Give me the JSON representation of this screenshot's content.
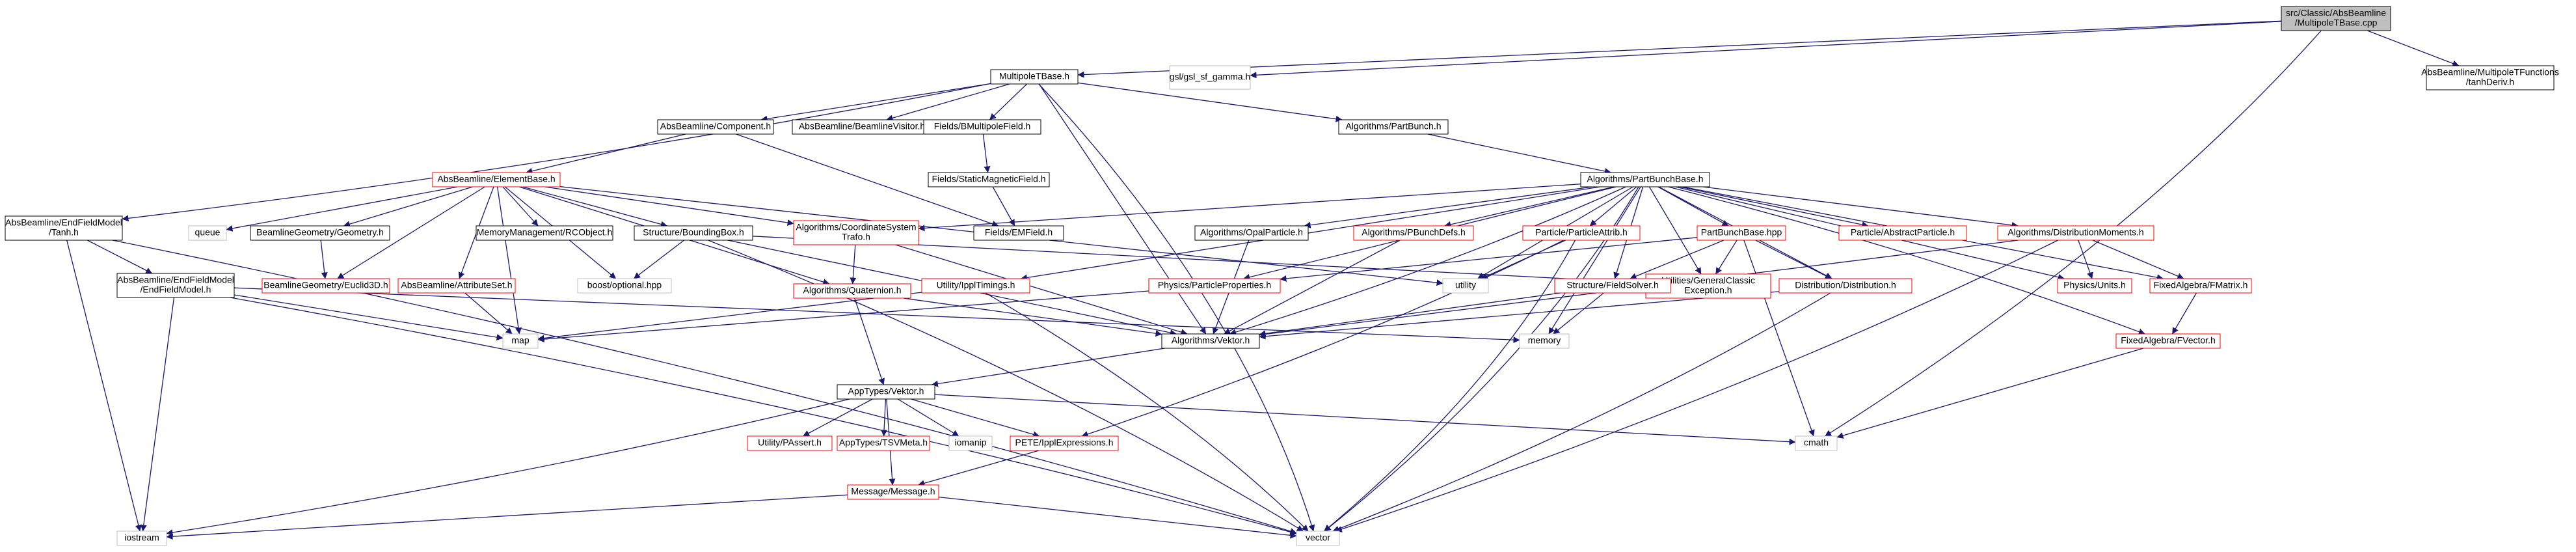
{
  "nodes": [
    {
      "id": "root",
      "lines": [
        "src/Classic/AbsBeamline",
        "/MultipoleTBase.cpp"
      ],
      "style": "root"
    },
    {
      "id": "multipoleTBase",
      "lines": [
        "MultipoleTBase.h"
      ],
      "style": "black"
    },
    {
      "id": "gsl",
      "lines": [
        "gsl/gsl_sf_gamma.h"
      ],
      "style": "grey"
    },
    {
      "id": "tanhDeriv",
      "lines": [
        "AbsBeamline/MultipoleTFunctions",
        "/tanhDeriv.h"
      ],
      "style": "black"
    },
    {
      "id": "component",
      "lines": [
        "AbsBeamline/Component.h"
      ],
      "style": "black"
    },
    {
      "id": "beamlineVisitor",
      "lines": [
        "AbsBeamline/BeamlineVisitor.h"
      ],
      "style": "black"
    },
    {
      "id": "bMultipoleField",
      "lines": [
        "Fields/BMultipoleField.h"
      ],
      "style": "black"
    },
    {
      "id": "partBunch",
      "lines": [
        "Algorithms/PartBunch.h"
      ],
      "style": "black"
    },
    {
      "id": "elementBase",
      "lines": [
        "AbsBeamline/ElementBase.h"
      ],
      "style": "red"
    },
    {
      "id": "staticMagneticField",
      "lines": [
        "Fields/StaticMagneticField.h"
      ],
      "style": "black"
    },
    {
      "id": "partBunchBase",
      "lines": [
        "Algorithms/PartBunchBase.h"
      ],
      "style": "black"
    },
    {
      "id": "endFieldTanh",
      "lines": [
        "AbsBeamline/EndFieldModel",
        "/Tanh.h"
      ],
      "style": "black"
    },
    {
      "id": "queue",
      "lines": [
        "queue"
      ],
      "style": "grey"
    },
    {
      "id": "beamlineGeometry",
      "lines": [
        "BeamlineGeometry/Geometry.h"
      ],
      "style": "black"
    },
    {
      "id": "memoryManagement",
      "lines": [
        "MemoryManagement/RCObject.h"
      ],
      "style": "black"
    },
    {
      "id": "boundingBox",
      "lines": [
        "Structure/BoundingBox.h"
      ],
      "style": "black"
    },
    {
      "id": "coordinateSystemTrafo",
      "lines": [
        "Algorithms/CoordinateSystem",
        "Trafo.h"
      ],
      "style": "red"
    },
    {
      "id": "emField",
      "lines": [
        "Fields/EMField.h"
      ],
      "style": "black"
    },
    {
      "id": "opalParticle",
      "lines": [
        "Algorithms/OpalParticle.h"
      ],
      "style": "black"
    },
    {
      "id": "pBunchDefs",
      "lines": [
        "Algorithms/PBunchDefs.h"
      ],
      "style": "red"
    },
    {
      "id": "particleAttrib",
      "lines": [
        "Particle/ParticleAttrib.h"
      ],
      "style": "red"
    },
    {
      "id": "partBunchBaseHpp",
      "lines": [
        "PartBunchBase.hpp"
      ],
      "style": "red"
    },
    {
      "id": "abstractParticle",
      "lines": [
        "Particle/AbstractParticle.h"
      ],
      "style": "red"
    },
    {
      "id": "distributionMoments",
      "lines": [
        "Algorithms/DistributionMoments.h"
      ],
      "style": "red"
    },
    {
      "id": "endFieldModel",
      "lines": [
        "AbsBeamline/EndFieldModel",
        "/EndFieldModel.h"
      ],
      "style": "black"
    },
    {
      "id": "euclid3D",
      "lines": [
        "BeamlineGeometry/Euclid3D.h"
      ],
      "style": "red"
    },
    {
      "id": "attributeSet",
      "lines": [
        "AbsBeamline/AttributeSet.h"
      ],
      "style": "red"
    },
    {
      "id": "boostOptional",
      "lines": [
        "boost/optional.hpp"
      ],
      "style": "grey"
    },
    {
      "id": "quaternion",
      "lines": [
        "Algorithms/Quaternion.h"
      ],
      "style": "red"
    },
    {
      "id": "ipplTimings",
      "lines": [
        "Utility/IpplTimings.h"
      ],
      "style": "red"
    },
    {
      "id": "particleProperties",
      "lines": [
        "Physics/ParticleProperties.h"
      ],
      "style": "red"
    },
    {
      "id": "utility",
      "lines": [
        "utility"
      ],
      "style": "grey"
    },
    {
      "id": "generalClassicException",
      "lines": [
        "Utilities/GeneralClassic",
        "Exception.h"
      ],
      "style": "red"
    },
    {
      "id": "fieldSolver",
      "lines": [
        "Structure/FieldSolver.h"
      ],
      "style": "red"
    },
    {
      "id": "distribution",
      "lines": [
        "Distribution/Distribution.h"
      ],
      "style": "red"
    },
    {
      "id": "physicsUnits",
      "lines": [
        "Physics/Units.h"
      ],
      "style": "red"
    },
    {
      "id": "fMatrix",
      "lines": [
        "FixedAlgebra/FMatrix.h"
      ],
      "style": "red"
    },
    {
      "id": "map",
      "lines": [
        "map"
      ],
      "style": "grey"
    },
    {
      "id": "memory",
      "lines": [
        "memory"
      ],
      "style": "grey"
    },
    {
      "id": "vektor",
      "lines": [
        "Algorithms/Vektor.h"
      ],
      "style": "black"
    },
    {
      "id": "fVector",
      "lines": [
        "FixedAlgebra/FVector.h"
      ],
      "style": "red"
    },
    {
      "id": "appTypesVektor",
      "lines": [
        "AppTypes/Vektor.h"
      ],
      "style": "black"
    },
    {
      "id": "pAssert",
      "lines": [
        "Utility/PAssert.h"
      ],
      "style": "red"
    },
    {
      "id": "tsvMeta",
      "lines": [
        "AppTypes/TSVMeta.h"
      ],
      "style": "red"
    },
    {
      "id": "iomanip",
      "lines": [
        "iomanip"
      ],
      "style": "grey"
    },
    {
      "id": "ipplExpressions",
      "lines": [
        "PETE/IpplExpressions.h"
      ],
      "style": "red"
    },
    {
      "id": "cmath",
      "lines": [
        "cmath"
      ],
      "style": "grey"
    },
    {
      "id": "message",
      "lines": [
        "Message/Message.h"
      ],
      "style": "red"
    },
    {
      "id": "iostream",
      "lines": [
        "iostream"
      ],
      "style": "grey"
    },
    {
      "id": "vector",
      "lines": [
        "vector"
      ],
      "style": "grey"
    }
  ],
  "edges": [
    [
      "root",
      "multipoleTBase"
    ],
    [
      "root",
      "gsl"
    ],
    [
      "root",
      "tanhDeriv"
    ],
    [
      "root",
      "cmath"
    ],
    [
      "multipoleTBase",
      "component"
    ],
    [
      "multipoleTBase",
      "beamlineVisitor"
    ],
    [
      "multipoleTBase",
      "bMultipoleField"
    ],
    [
      "multipoleTBase",
      "partBunch"
    ],
    [
      "multipoleTBase",
      "endFieldTanh"
    ],
    [
      "multipoleTBase",
      "vektor"
    ],
    [
      "multipoleTBase",
      "vector"
    ],
    [
      "component",
      "elementBase"
    ],
    [
      "component",
      "emField"
    ],
    [
      "bMultipoleField",
      "staticMagneticField"
    ],
    [
      "staticMagneticField",
      "emField"
    ],
    [
      "partBunch",
      "partBunchBase"
    ],
    [
      "elementBase",
      "queue"
    ],
    [
      "elementBase",
      "beamlineGeometry"
    ],
    [
      "elementBase",
      "memoryManagement"
    ],
    [
      "elementBase",
      "boundingBox"
    ],
    [
      "elementBase",
      "coordinateSystemTrafo"
    ],
    [
      "elementBase",
      "euclid3D"
    ],
    [
      "elementBase",
      "attributeSet"
    ],
    [
      "elementBase",
      "boostOptional"
    ],
    [
      "elementBase",
      "quaternion"
    ],
    [
      "elementBase",
      "map"
    ],
    [
      "elementBase",
      "utility"
    ],
    [
      "beamlineGeometry",
      "euclid3D"
    ],
    [
      "boundingBox",
      "boostOptional"
    ],
    [
      "boundingBox",
      "vektor"
    ],
    [
      "boundingBox",
      "vector"
    ],
    [
      "boundingBox",
      "generalClassicException"
    ],
    [
      "coordinateSystemTrafo",
      "quaternion"
    ],
    [
      "coordinateSystemTrafo",
      "vektor"
    ],
    [
      "attributeSet",
      "map"
    ],
    [
      "quaternion",
      "appTypesVektor"
    ],
    [
      "quaternion",
      "vektor"
    ],
    [
      "partBunchBase",
      "opalParticle"
    ],
    [
      "partBunchBase",
      "pBunchDefs"
    ],
    [
      "partBunchBase",
      "particleAttrib"
    ],
    [
      "partBunchBase",
      "partBunchBaseHpp"
    ],
    [
      "partBunchBase",
      "abstractParticle"
    ],
    [
      "partBunchBase",
      "distributionMoments"
    ],
    [
      "partBunchBase",
      "coordinateSystemTrafo"
    ],
    [
      "partBunchBase",
      "ipplTimings"
    ],
    [
      "partBunchBase",
      "particleProperties"
    ],
    [
      "partBunchBase",
      "utility"
    ],
    [
      "partBunchBase",
      "generalClassicException"
    ],
    [
      "partBunchBase",
      "fieldSolver"
    ],
    [
      "partBunchBase",
      "distribution"
    ],
    [
      "partBunchBase",
      "physicsUnits"
    ],
    [
      "partBunchBase",
      "fMatrix"
    ],
    [
      "partBunchBase",
      "fVector"
    ],
    [
      "partBunchBase",
      "memory"
    ],
    [
      "partBunchBase",
      "vektor"
    ],
    [
      "partBunchBase",
      "vector"
    ],
    [
      "opalParticle",
      "vektor"
    ],
    [
      "pBunchDefs",
      "vektor"
    ],
    [
      "particleAttrib",
      "utility"
    ],
    [
      "particleAttrib",
      "ipplExpressions"
    ],
    [
      "particleAttrib",
      "vector"
    ],
    [
      "partBunchBaseHpp",
      "fieldSolver"
    ],
    [
      "partBunchBaseHpp",
      "distribution"
    ],
    [
      "partBunchBaseHpp",
      "particleProperties"
    ],
    [
      "partBunchBaseHpp",
      "cmath"
    ],
    [
      "partBunchBaseHpp",
      "generalClassicException"
    ],
    [
      "distributionMoments",
      "physicsUnits"
    ],
    [
      "distributionMoments",
      "fMatrix"
    ],
    [
      "distributionMoments",
      "vektor"
    ],
    [
      "distributionMoments",
      "vector"
    ],
    [
      "endFieldTanh",
      "endFieldModel"
    ],
    [
      "endFieldTanh",
      "iostream"
    ],
    [
      "endFieldTanh",
      "vector"
    ],
    [
      "endFieldModel",
      "map"
    ],
    [
      "endFieldModel",
      "memory"
    ],
    [
      "endFieldModel",
      "iostream"
    ],
    [
      "endFieldModel",
      "vector"
    ],
    [
      "ipplTimings",
      "map"
    ],
    [
      "ipplTimings",
      "vector"
    ],
    [
      "particleProperties",
      "map"
    ],
    [
      "fieldSolver",
      "vektor"
    ],
    [
      "fieldSolver",
      "memory"
    ],
    [
      "distribution",
      "vektor"
    ],
    [
      "distribution",
      "vector"
    ],
    [
      "fMatrix",
      "fVector"
    ],
    [
      "fVector",
      "cmath"
    ],
    [
      "vektor",
      "appTypesVektor"
    ],
    [
      "appTypesVektor",
      "pAssert"
    ],
    [
      "appTypesVektor",
      "tsvMeta"
    ],
    [
      "appTypesVektor",
      "iomanip"
    ],
    [
      "appTypesVektor",
      "ipplExpressions"
    ],
    [
      "appTypesVektor",
      "cmath"
    ],
    [
      "appTypesVektor",
      "message"
    ],
    [
      "appTypesVektor",
      "iostream"
    ],
    [
      "ipplExpressions",
      "message"
    ],
    [
      "message",
      "iostream"
    ],
    [
      "message",
      "vector"
    ]
  ],
  "colors": {
    "black": "#000000",
    "red": "#ff0000",
    "grey": "#bfbfbf",
    "root_fill": "#bfbfbf",
    "edge": "#191970"
  }
}
